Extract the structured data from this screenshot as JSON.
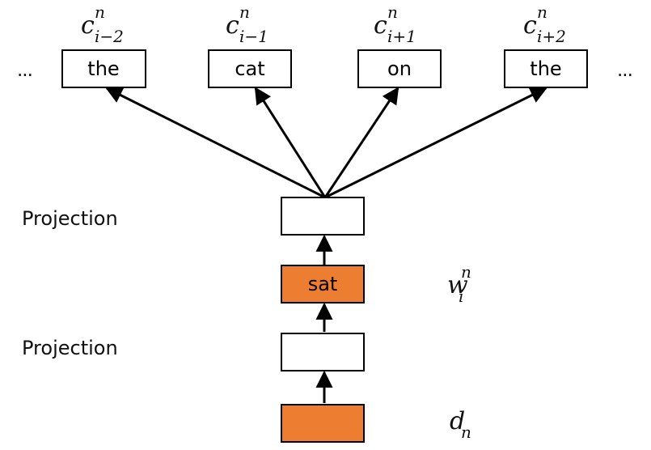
{
  "diagram": {
    "left_ellipsis": "...",
    "right_ellipsis": "...",
    "context_words": [
      "the",
      "cat",
      "on",
      "the"
    ],
    "context_symbols": [
      {
        "base": "c",
        "superscript": "n",
        "subscript": "i−2"
      },
      {
        "base": "c",
        "superscript": "n",
        "subscript": "i−1"
      },
      {
        "base": "c",
        "superscript": "n",
        "subscript": "i+1"
      },
      {
        "base": "c",
        "superscript": "n",
        "subscript": "i+2"
      }
    ],
    "center_word": "sat",
    "projection_label_top": "Projection",
    "projection_label_bottom": "Projection",
    "word_symbol": {
      "base": "w",
      "superscript": "n",
      "subscript": "i"
    },
    "document_symbol": {
      "base": "d",
      "subscript": "n"
    },
    "colors": {
      "input_fill": "#ED7D31",
      "box_fill": "#FFFFFF",
      "stroke": "#000000",
      "arrow": "#000000"
    }
  }
}
